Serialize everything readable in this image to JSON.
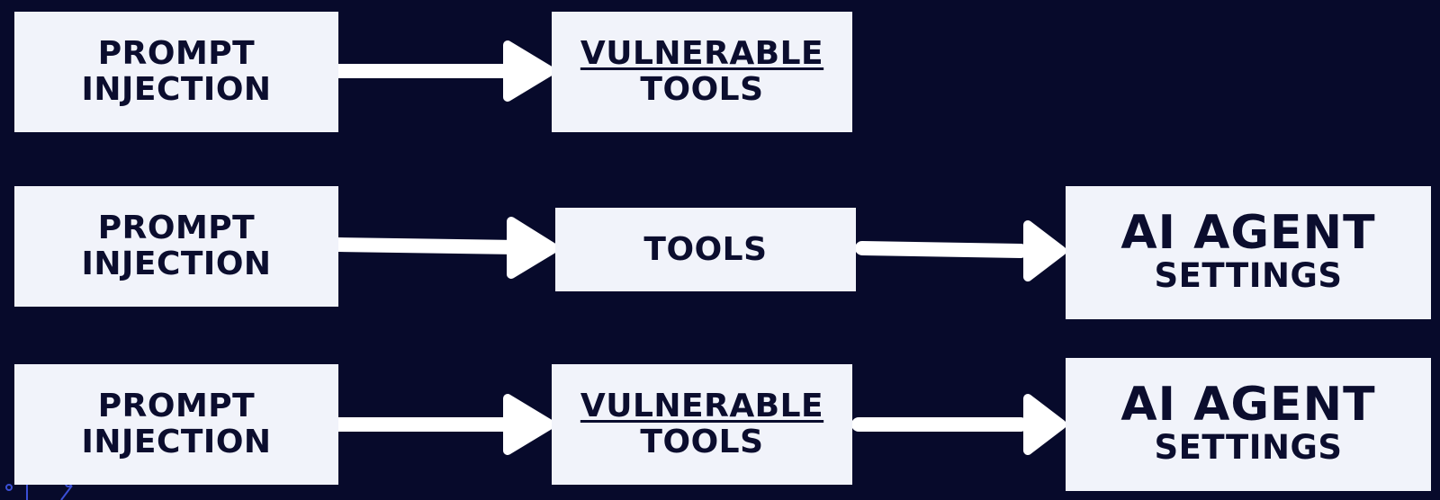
{
  "rows": [
    {
      "source": {
        "line1": "PROMPT",
        "line2": "INJECTION"
      },
      "middle": {
        "line1": "VULNERABLE",
        "line2": "TOOLS"
      }
    },
    {
      "source": {
        "line1": "PROMPT",
        "line2": "INJECTION"
      },
      "middle": {
        "line1": "TOOLS"
      },
      "target": {
        "line1": "AI AGENT",
        "line2": "SETTINGS"
      }
    },
    {
      "source": {
        "line1": "PROMPT",
        "line2": "INJECTION"
      },
      "middle": {
        "line1": "VULNERABLE",
        "line2": "TOOLS"
      },
      "target": {
        "line1": "AI AGENT",
        "line2": "SETTINGS"
      }
    }
  ],
  "colors": {
    "background": "#070a2b",
    "box": "#f1f3fa",
    "text": "#0b0d2e",
    "arrow": "#ffffff"
  }
}
